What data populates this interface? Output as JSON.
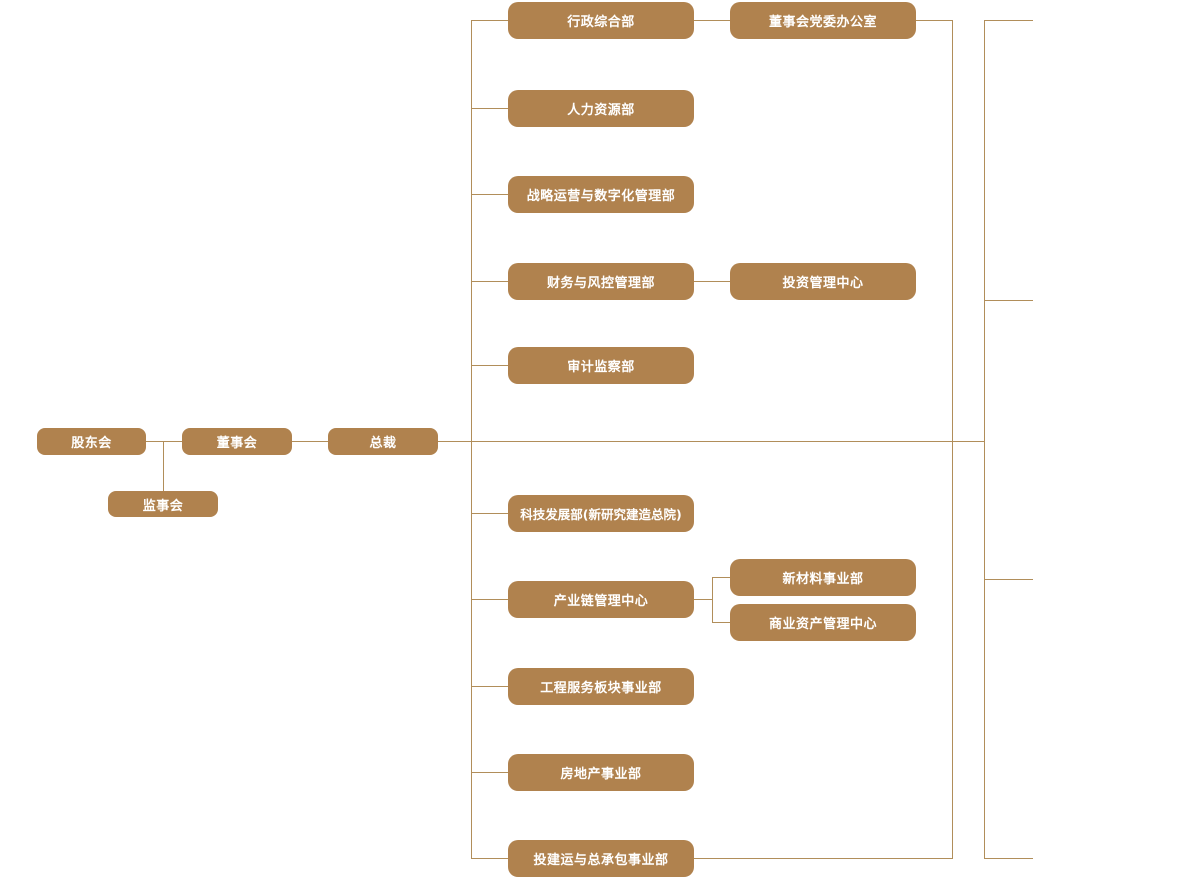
{
  "diagram": {
    "type": "org-chart",
    "colors": {
      "node_fill": "#b0824e",
      "line": "#b18e5a",
      "text": "#ffffff",
      "background": "#ffffff"
    },
    "nodes": [
      {
        "id": "shareholders-meeting",
        "label": "股东会"
      },
      {
        "id": "board-of-directors",
        "label": "董事会"
      },
      {
        "id": "president",
        "label": "总裁"
      },
      {
        "id": "supervisory-board",
        "label": "监事会"
      },
      {
        "id": "admin-general-dept",
        "label": "行政综合部"
      },
      {
        "id": "board-party-committee-office",
        "label": "董事会党委办公室"
      },
      {
        "id": "human-resources-dept",
        "label": "人力资源部"
      },
      {
        "id": "strategy-operations-digitalization-dept",
        "label": "战略运营与数字化管理部"
      },
      {
        "id": "finance-risk-control-dept",
        "label": "财务与风控管理部"
      },
      {
        "id": "investment-management-center",
        "label": "投资管理中心"
      },
      {
        "id": "audit-supervision-dept",
        "label": "审计监察部"
      },
      {
        "id": "technology-development-dept",
        "label": "科技发展部(新研究建造总院)"
      },
      {
        "id": "industry-chain-management-center",
        "label": "产业链管理中心"
      },
      {
        "id": "new-materials-division",
        "label": "新材料事业部"
      },
      {
        "id": "commercial-asset-management-center",
        "label": "商业资产管理中心"
      },
      {
        "id": "engineering-services-division",
        "label": "工程服务板块事业部"
      },
      {
        "id": "real-estate-division",
        "label": "房地产事业部"
      },
      {
        "id": "investment-construction-operation-epc-division",
        "label": "投建运与总承包事业部"
      }
    ],
    "edges": [
      {
        "from": "shareholders-meeting",
        "to": "board-of-directors"
      },
      {
        "from": "shareholders-meeting",
        "to": "supervisory-board"
      },
      {
        "from": "board-of-directors",
        "to": "president"
      },
      {
        "from": "president",
        "to": "admin-general-dept"
      },
      {
        "from": "admin-general-dept",
        "to": "board-party-committee-office"
      },
      {
        "from": "president",
        "to": "human-resources-dept"
      },
      {
        "from": "president",
        "to": "strategy-operations-digitalization-dept"
      },
      {
        "from": "president",
        "to": "finance-risk-control-dept"
      },
      {
        "from": "finance-risk-control-dept",
        "to": "investment-management-center"
      },
      {
        "from": "president",
        "to": "audit-supervision-dept"
      },
      {
        "from": "president",
        "to": "technology-development-dept"
      },
      {
        "from": "president",
        "to": "industry-chain-management-center"
      },
      {
        "from": "industry-chain-management-center",
        "to": "new-materials-division"
      },
      {
        "from": "industry-chain-management-center",
        "to": "commercial-asset-management-center"
      },
      {
        "from": "president",
        "to": "engineering-services-division"
      },
      {
        "from": "president",
        "to": "real-estate-division"
      },
      {
        "from": "president",
        "to": "investment-construction-operation-epc-division"
      }
    ]
  }
}
